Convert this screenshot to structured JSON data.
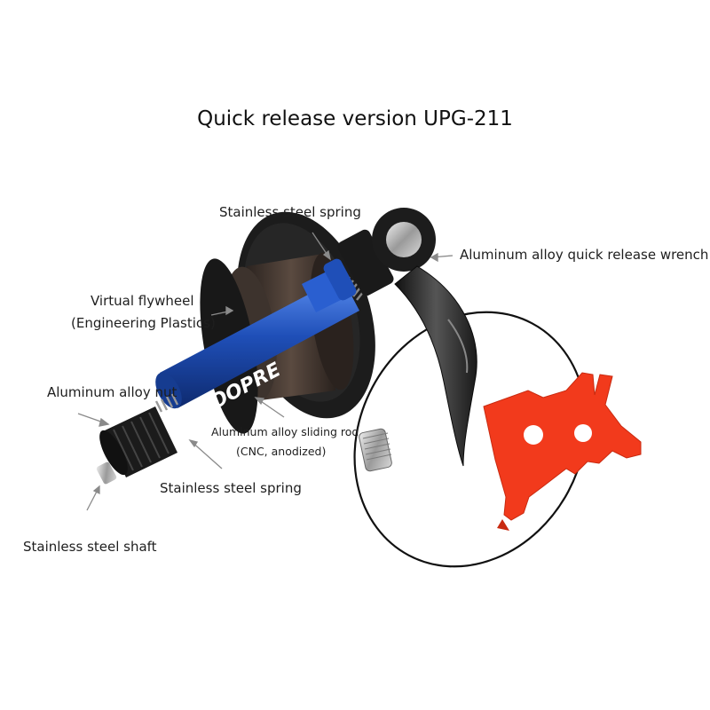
{
  "title": "Quick release version UPG-211",
  "labels": {
    "spring_top": "Stainless steel spring",
    "wrench": "Aluminum alloy quick release wrench",
    "flywheel_line1": "Virtual flywheel",
    "flywheel_line2": "(Engineering Plastics)",
    "nut": "Aluminum alloy nut",
    "rod_line1": "Aluminum alloy sliding rod",
    "rod_line2": "(CNC, anodized)",
    "spring_bottom": "Stainless steel spring",
    "shaft": "Stainless steel shaft"
  },
  "product": {
    "brand_text": "TOOPRE"
  },
  "colors": {
    "rod_blue": "#1f4fb8",
    "tool_red": "#f23a1c",
    "flywheel_black": "#1c1c1c",
    "spool_brown": "#4a3d36"
  }
}
